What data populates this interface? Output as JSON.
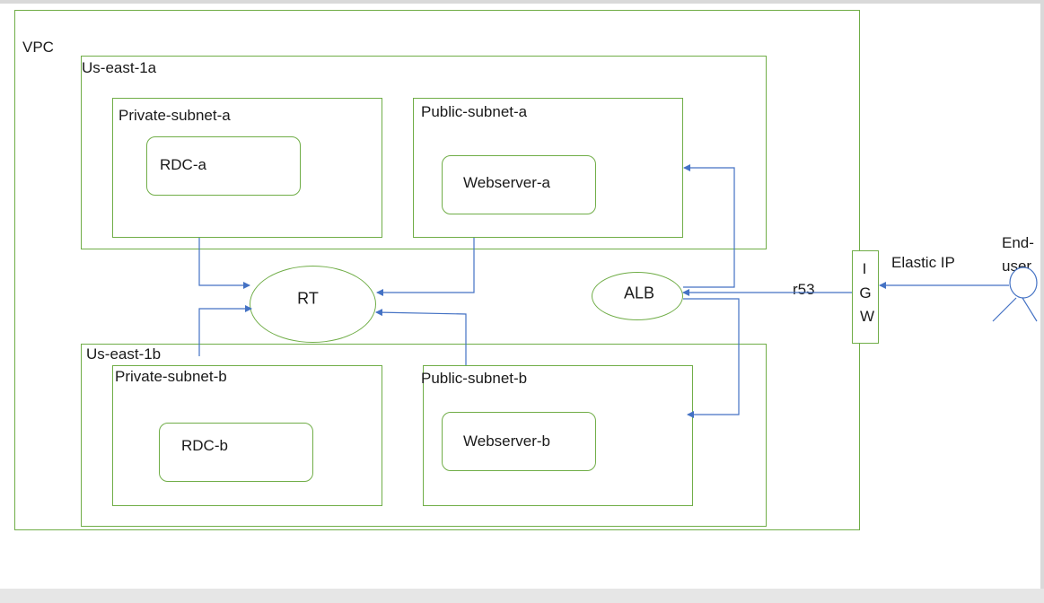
{
  "vpc": {
    "label": "VPC"
  },
  "az_a": {
    "label": "Us-east-1a",
    "private_subnet": {
      "label": "Private-subnet-a",
      "instance": "RDC-a"
    },
    "public_subnet": {
      "label": "Public-subnet-a",
      "instance": "Webserver-a"
    }
  },
  "az_b": {
    "label": "Us-east-1b",
    "private_subnet": {
      "label": "Private-subnet-b",
      "instance": "RDC-b"
    },
    "public_subnet": {
      "label": "Public-subnet-b",
      "instance": "Webserver-b"
    }
  },
  "route_table": {
    "label": "RT"
  },
  "load_balancer": {
    "label": "ALB"
  },
  "dns": {
    "label": "r53"
  },
  "igw": {
    "letters": [
      "I",
      "G",
      "W"
    ]
  },
  "elastic_ip": {
    "label": "Elastic IP"
  },
  "end_user": {
    "label_line1": "End-",
    "label_line2": "user"
  },
  "colors": {
    "box_border": "#70ad47",
    "arrow": "#4472c4"
  }
}
